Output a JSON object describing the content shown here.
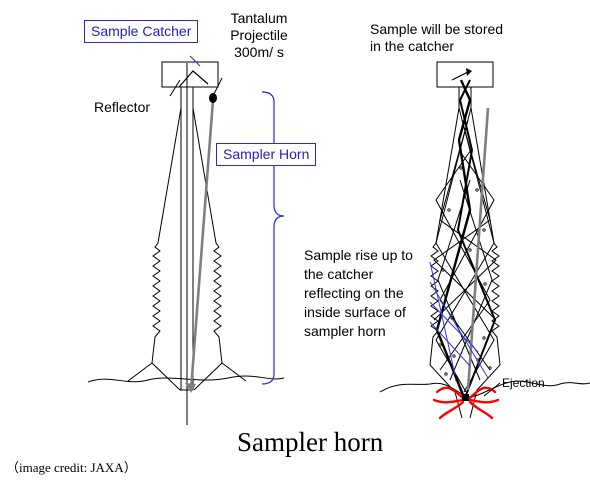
{
  "labels": {
    "sample_catcher": "Sample Catcher",
    "projectile": [
      "Tantalum",
      "Projectile",
      "300m/ s"
    ],
    "reflector": "Reflector",
    "sampler_horn": "Sampler Horn",
    "stored": [
      "Sample will be stored",
      "in the catcher"
    ],
    "rise": [
      "Sample rise up to",
      "the catcher",
      "reflecting on the",
      "inside surface of",
      "sampler horn"
    ],
    "ejection": "Ejection",
    "title": "Sampler horn",
    "credit": "（image credit: JAXA）"
  },
  "colors": {
    "label_box": "#2a2ad0",
    "projectile_path": "#7f7f7f",
    "ejection": "#ff0000",
    "bounce_lines": "#3b3bd8"
  }
}
